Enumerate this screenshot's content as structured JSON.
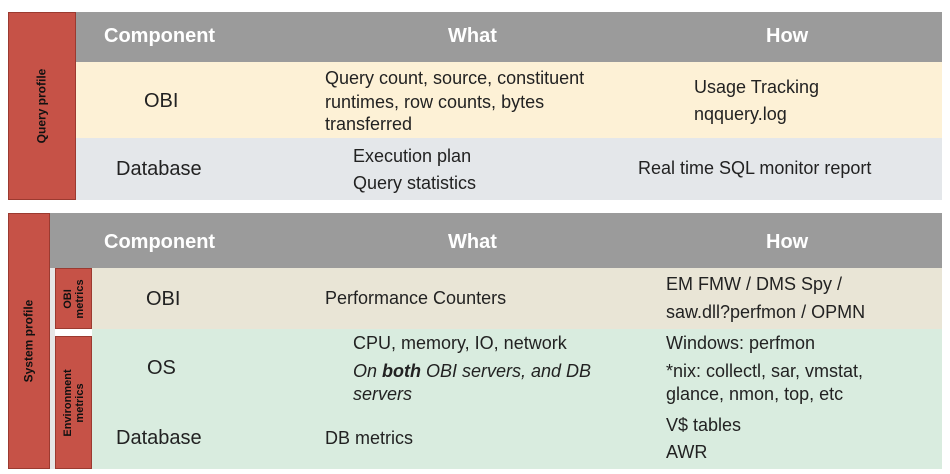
{
  "query_profile": {
    "side_label": "Query profile",
    "headers": {
      "component": "Component",
      "what": "What",
      "how": "How"
    },
    "rows": [
      {
        "component": "OBI",
        "what": [
          "Query count, source, constituent",
          "runtimes, row counts, bytes",
          "transferred"
        ],
        "how": [
          "Usage Tracking",
          "nqquery.log"
        ]
      },
      {
        "component": "Database",
        "what": [
          "Execution plan",
          "Query statistics"
        ],
        "how": [
          "Real time SQL monitor report"
        ]
      }
    ]
  },
  "system_profile": {
    "side_label": "System profile",
    "group_labels": {
      "obi_metrics": "OBI\nmetrics",
      "environment_metrics": "Environment\nmetrics"
    },
    "headers": {
      "component": "Component",
      "what": "What",
      "how": "How"
    },
    "rows": [
      {
        "component": "OBI",
        "what": [
          "Performance Counters"
        ],
        "how": [
          "EM FMW / DMS Spy /",
          "saw.dll?perfmon / OPMN"
        ]
      },
      {
        "component": "OS",
        "what": [
          "CPU, memory, IO, network"
        ],
        "what_italic": {
          "prefix": "On ",
          "bold": "both",
          "rest": " OBI servers, and DB",
          "line2": "servers"
        },
        "how": [
          "Windows: perfmon",
          "*nix: collectl, sar, vmstat,",
          "glance, nmon, top, etc"
        ]
      },
      {
        "component": "Database",
        "what": [
          "DB metrics"
        ],
        "how": [
          "V$ tables",
          "AWR"
        ]
      }
    ]
  },
  "colors": {
    "red": "#c65247",
    "header": "#9b9b9b",
    "cream": "#fdf1d6",
    "grey": "#e4e7ea",
    "tan": "#e9e5d6",
    "green": "#d9ecdf"
  }
}
